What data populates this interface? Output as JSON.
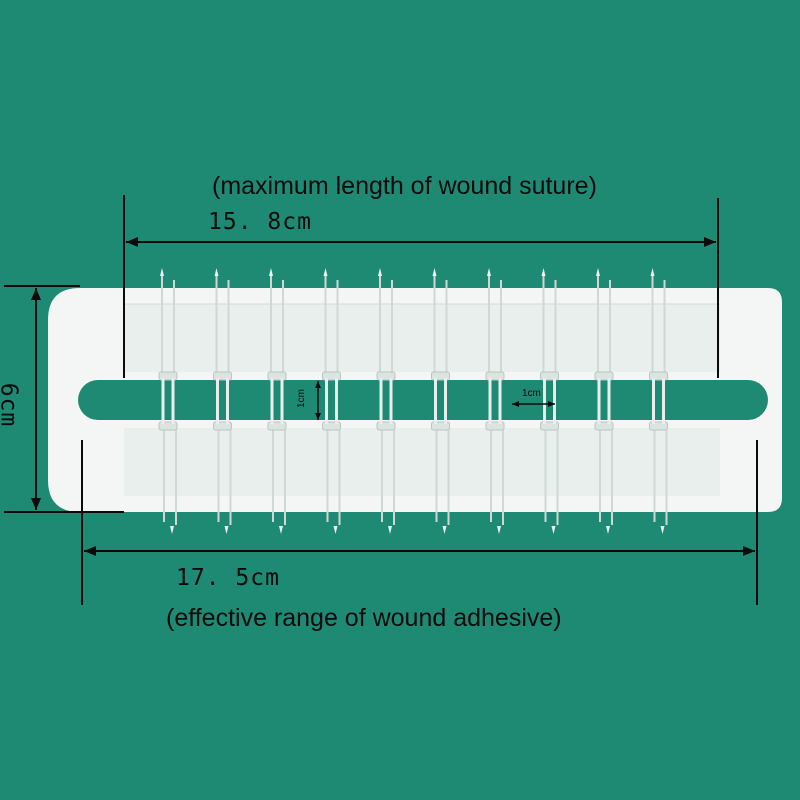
{
  "labels": {
    "top_caption": "(maximum length of wound suture)",
    "top_dimension": "15. 8cm",
    "height_dimension": "6cm",
    "gap_dimension_vertical": "1cm",
    "gap_dimension_horizontal": "1cm",
    "bottom_dimension": "17. 5cm",
    "bottom_caption": "(effective range of wound adhesive)"
  },
  "colors": {
    "background": "#1e8a74",
    "device": "#f4f6f5",
    "inner_panel": "#e6ecea",
    "line": "#0b0b0b"
  },
  "device": {
    "pin_pairs": 10
  }
}
